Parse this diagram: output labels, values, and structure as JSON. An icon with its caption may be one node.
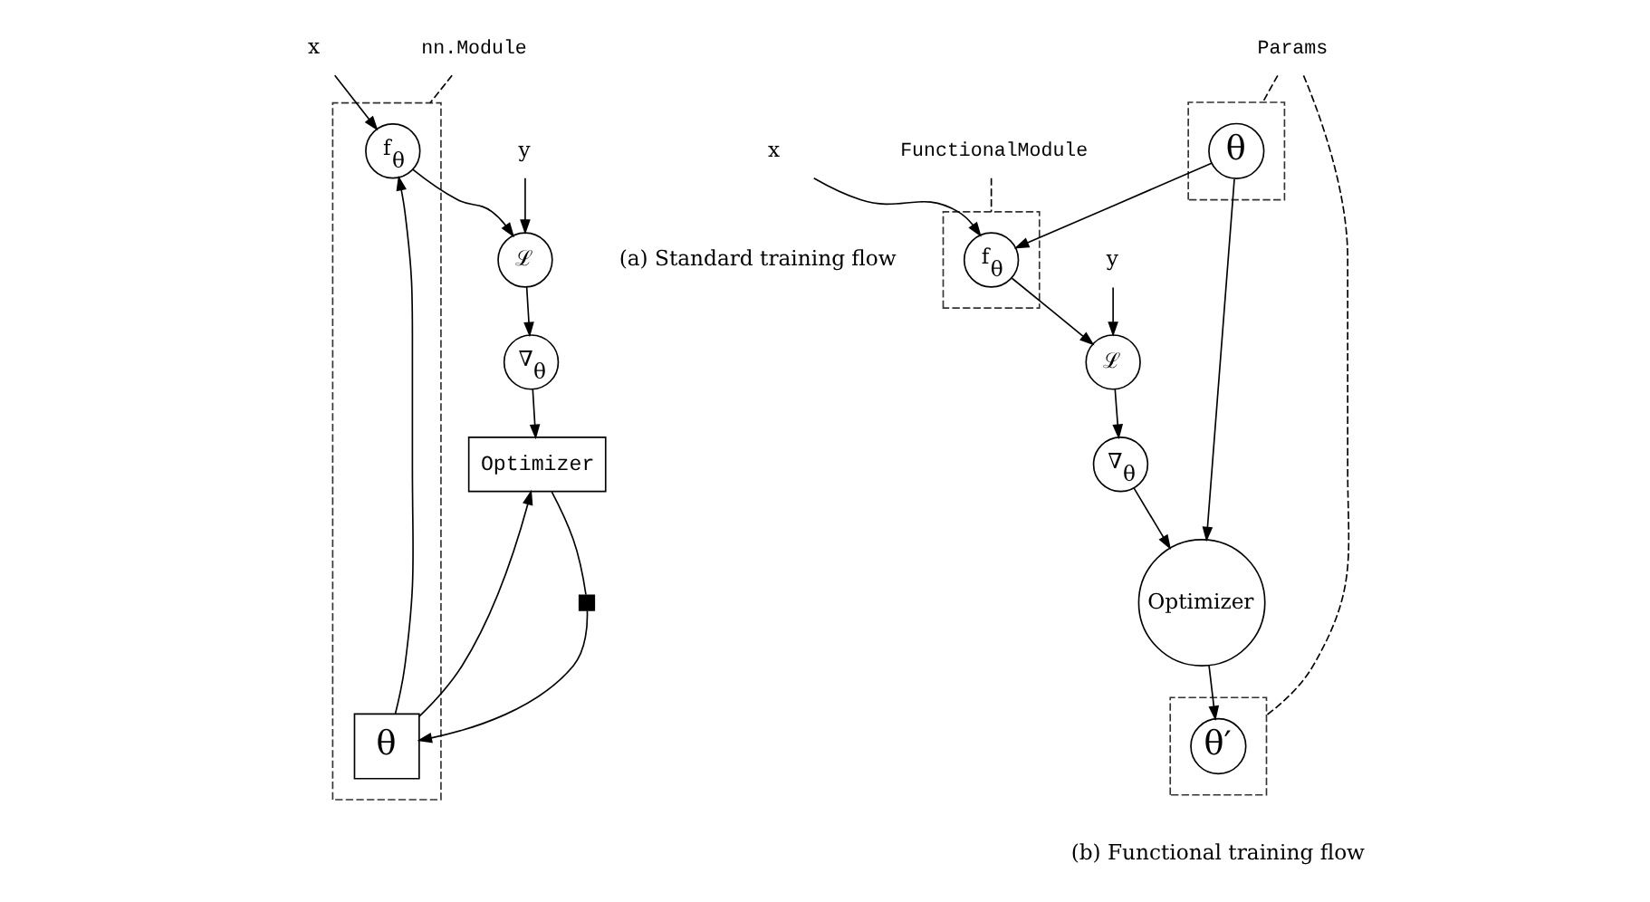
{
  "diagram": {
    "nodes": [
      {
        "text": [
          "x"
        ]
      },
      {
        "text": [
          "y"
        ]
      },
      {
        "text": [
          "nn.Module"
        ]
      },
      {
        "text": [],
        "shape": "box"
      },
      {
        "text": [
          "f$_{θ}$"
        ],
        "in": 3
      },
      {
        "text": [
          "ℒ"
        ]
      },
      {
        "text": [
          "∇$_{θ}$"
        ]
      },
      {
        "text": [
          "θ"
        ],
        "in": 3
      },
      {
        "text": [
          "Optimizer"
        ]
      },
      {
        "text": [],
        "shape": "box"
      },
      {
        "text": [
          "x"
        ]
      },
      {
        "text": [
          "y"
        ]
      },
      {
        "text": [
          "FunctionalModule"
        ]
      },
      {
        "text": [],
        "shape": "box"
      },
      {
        "text": [
          "f$_{θ}$"
        ],
        "in": 13
      },
      {
        "text": [
          "ℒ"
        ]
      },
      {
        "text": [
          "∇$_{θ}$"
        ]
      },
      {
        "text": [],
        "shape": "box"
      },
      {
        "text": [
          "θ"
        ],
        "in": 17
      },
      {
        "text": [
          "Optimizer"
        ]
      },
      {
        "text": [
          "Params"
        ]
      },
      {
        "text": [],
        "shape": "box"
      },
      {
        "text": [
          "θ′"
        ],
        "in": 21
      }
    ],
    "edges": [
      {
        "from": 0,
        "to": 4,
        "arrow": "to"
      },
      {
        "from": 1,
        "to": 5,
        "arrow": "to"
      },
      {
        "from": 4,
        "to": 5,
        "arrow": "to"
      },
      {
        "from": 5,
        "to": 6,
        "arrow": "to"
      },
      {
        "from": 6,
        "to": 8,
        "arrow": "to"
      },
      {
        "from": 7,
        "to": 4,
        "arrow": "to"
      },
      {
        "from": 7,
        "to": 8,
        "arrow": "to"
      },
      {
        "from": 8,
        "to": 9,
        "arrow": "none"
      },
      {
        "from": 9,
        "to": 7,
        "arrow": "to"
      },
      {
        "from": 2,
        "to": 3,
        "arrow": "none",
        "style": "dashed"
      },
      {
        "from": 10,
        "to": 14,
        "arrow": "to"
      },
      {
        "from": 11,
        "to": 15,
        "arrow": "to"
      },
      {
        "from": 14,
        "to": 15,
        "arrow": "to"
      },
      {
        "from": 15,
        "to": 16,
        "arrow": "to"
      },
      {
        "from": 16,
        "to": 19,
        "arrow": "to"
      },
      {
        "from": 18,
        "to": 14,
        "arrow": "to"
      },
      {
        "from": 18,
        "to": 19,
        "arrow": "to"
      },
      {
        "from": 19,
        "to": 22,
        "arrow": "to"
      },
      {
        "from": 12,
        "to": 13,
        "arrow": "none",
        "style": "dashed"
      },
      {
        "from": 20,
        "to": 17,
        "arrow": "none",
        "style": "dashed"
      },
      {
        "from": 20,
        "to": 21,
        "arrow": "none",
        "style": "dashed"
      }
    ],
    "labels": [
      "(a) Standard training flow",
      "(b) Functional training flow"
    ]
  }
}
